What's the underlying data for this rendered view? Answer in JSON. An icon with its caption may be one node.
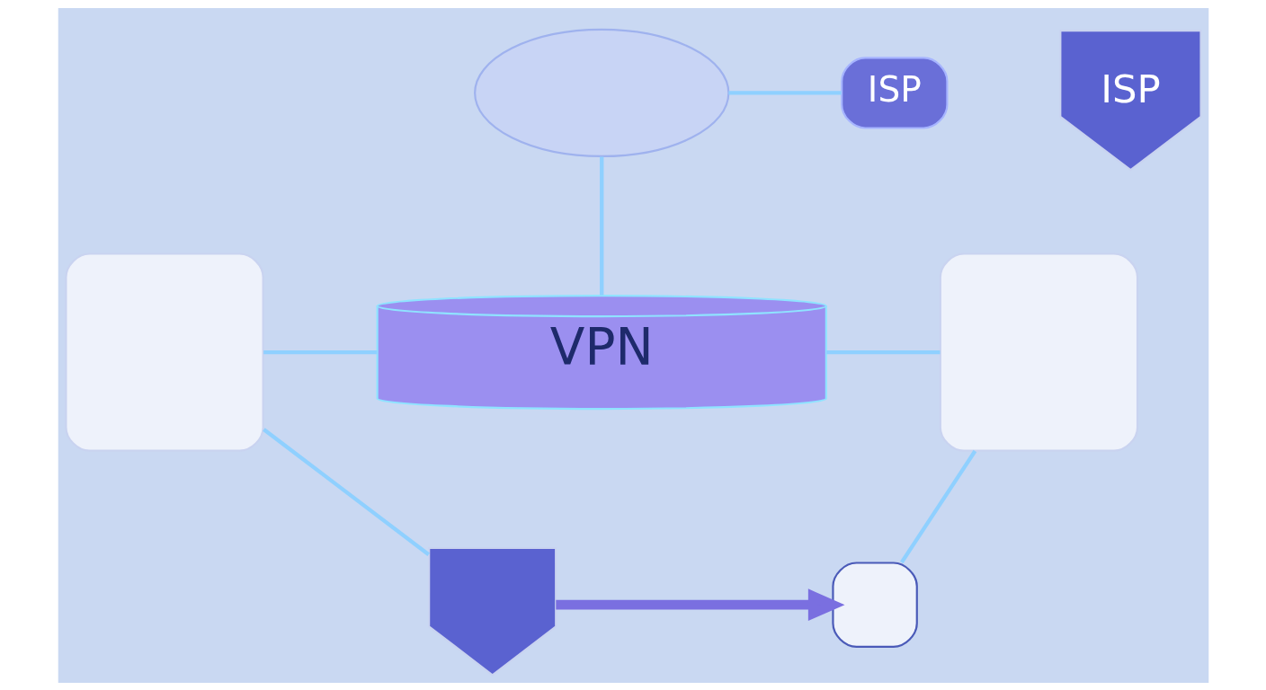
{
  "diagram": {
    "nodes": [
      {
        "text": [],
        "shape": "box"
      },
      {
        "text": [
          "VPN"
        ]
      },
      {
        "text": [],
        "shape": "box"
      },
      {
        "text": [],
        "shape": "ellipse"
      },
      {
        "text": [
          "ISP"
        ]
      },
      {
        "text": [
          "ISP"
        ]
      },
      {
        "text": [],
        "shape": "shield"
      },
      {
        "text": [],
        "shape": "box"
      }
    ],
    "edges": [
      {
        "from": 0,
        "to": 1,
        "arrow": "none"
      },
      {
        "from": 1,
        "to": 2,
        "arrow": "none"
      },
      {
        "from": 3,
        "to": 1,
        "arrow": "none"
      },
      {
        "from": 3,
        "to": 4,
        "arrow": "none"
      },
      {
        "from": 0,
        "to": 6,
        "arrow": "none"
      },
      {
        "from": 6,
        "to": 7,
        "arrow": "to",
        "style": "thick",
        "color": "#7a6fe0"
      },
      {
        "from": 2,
        "to": 7,
        "arrow": "none"
      }
    ]
  }
}
